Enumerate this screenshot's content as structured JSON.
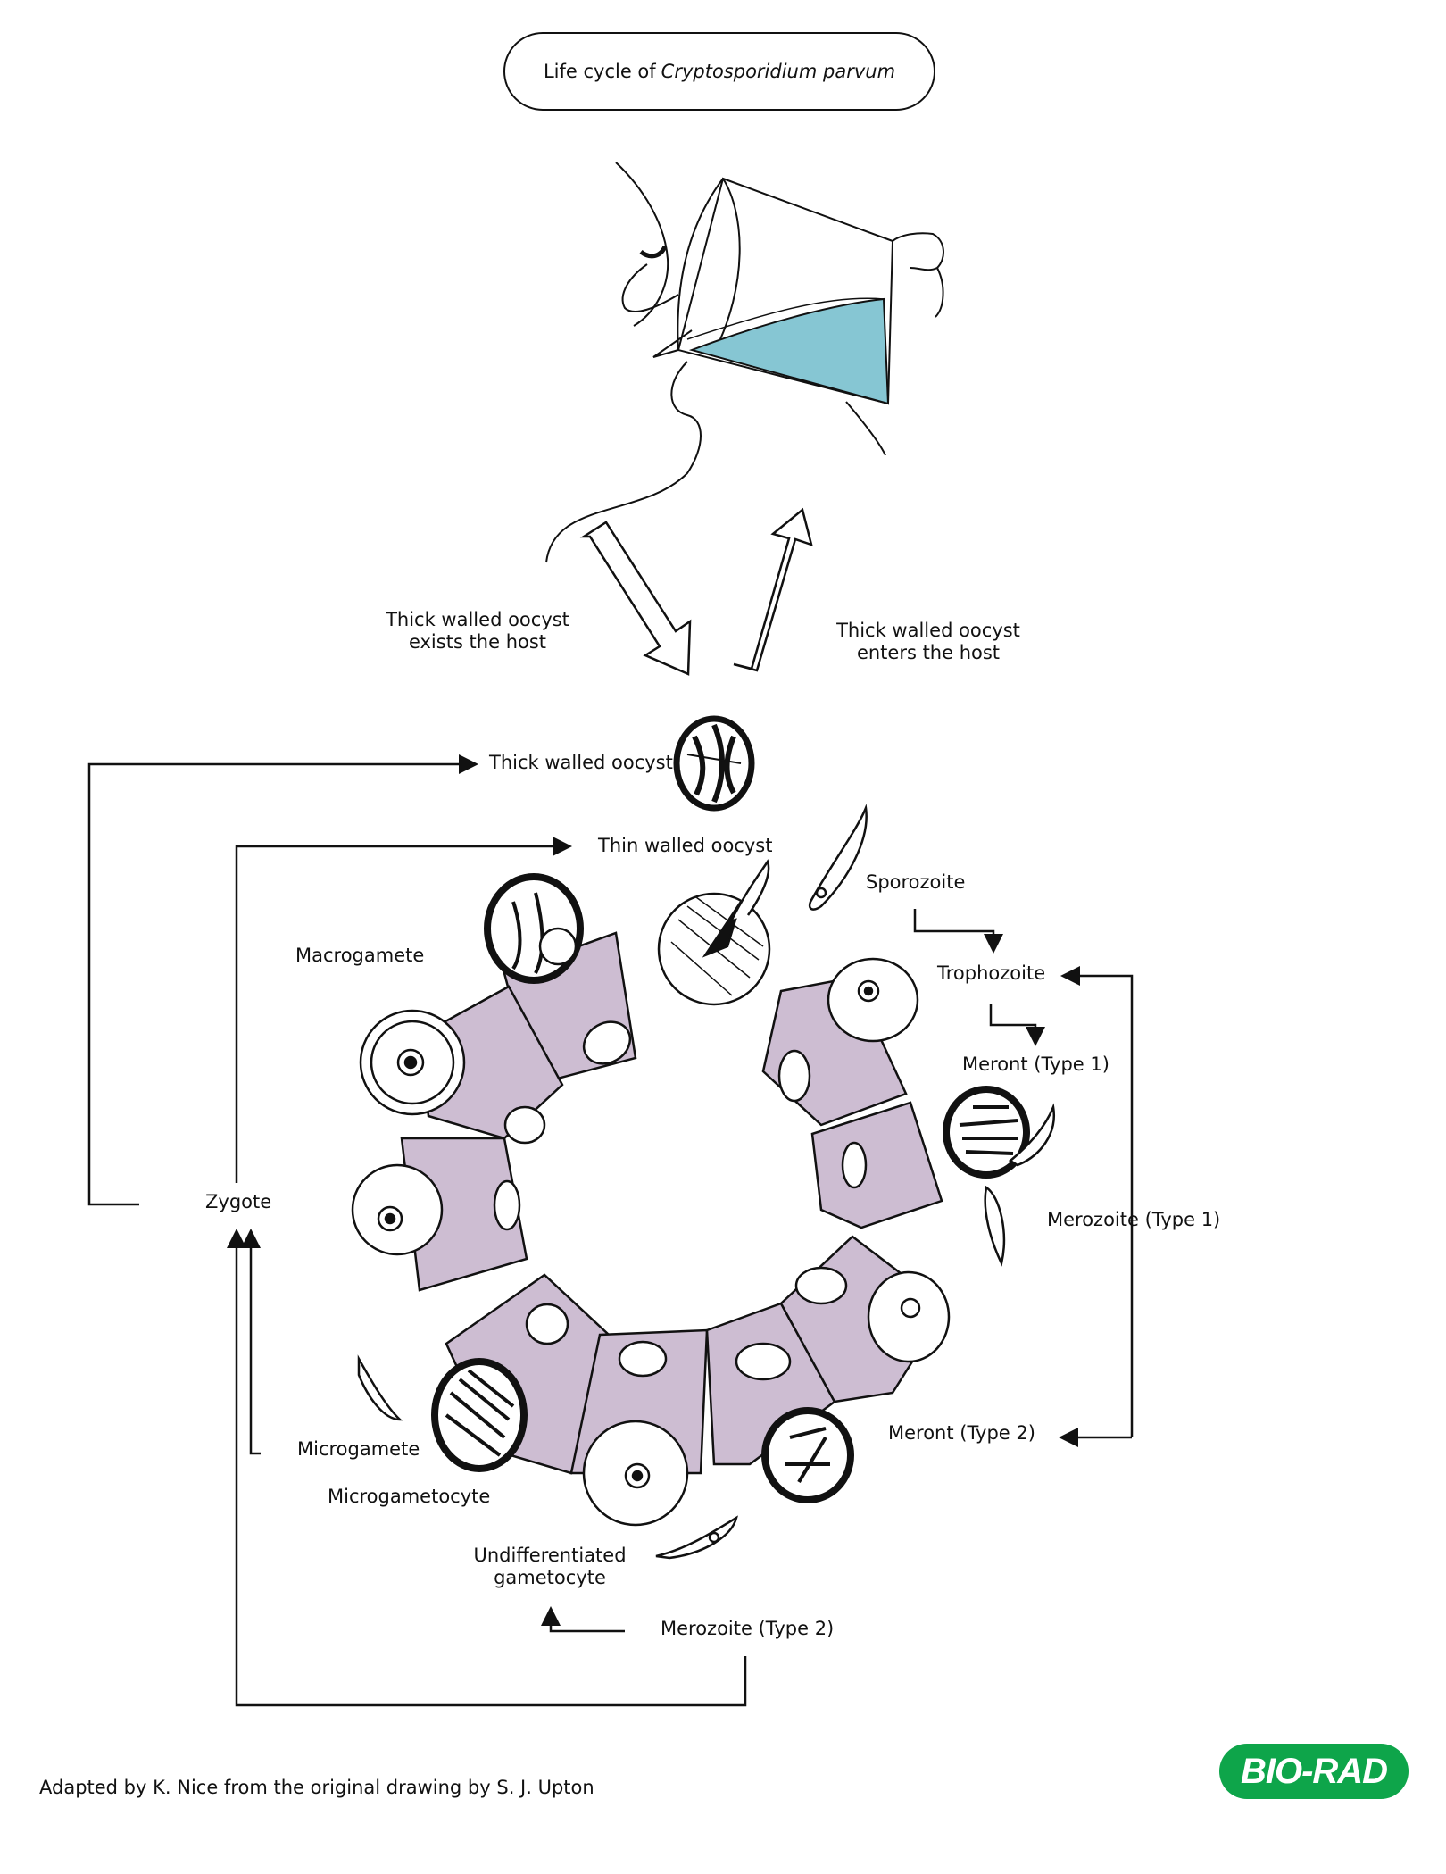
{
  "title": {
    "prefix": "Life cycle of",
    "species": "Cryptosporidium parvum"
  },
  "labels": {
    "exits": [
      "Thick walled oocyst",
      "exists the host"
    ],
    "enters": [
      "Thick walled oocyst",
      "enters the host"
    ],
    "thick_oocyst": "Thick walled oocyst",
    "thin_oocyst": "Thin walled oocyst",
    "sporozoite": "Sporozoite",
    "trophozoite": "Trophozoite",
    "meront1": "Meront (Type 1)",
    "merozoite1": "Merozoite (Type 1)",
    "meront2": "Meront  (Type 2)",
    "macrogamete": "Macrogamete",
    "zygote": "Zygote",
    "microgamete": "Microgamete",
    "microgametocyte": "Microgametocyte",
    "undiff": [
      "Undifferentiated",
      "gametocyte"
    ],
    "merozoite2": "Merozoite (Type 2)"
  },
  "credit": "Adapted by K. Nice from the original drawing by S. J. Upton",
  "logo": "BIO-RAD",
  "colors": {
    "cell": "#cdbdd2",
    "water": "#86c6d3",
    "logo": "#0ea54a",
    "ink": "#111111"
  }
}
